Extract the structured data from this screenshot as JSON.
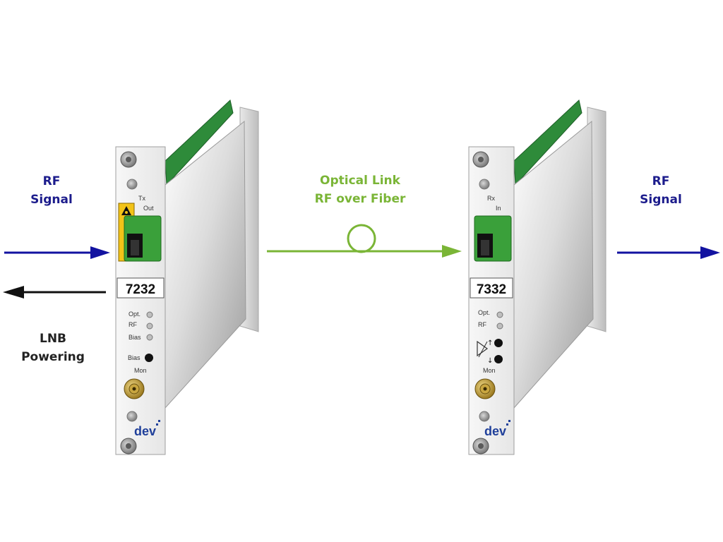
{
  "colors": {
    "rf_arrow": "#1212a0",
    "lnb_arrow": "#111111",
    "optical": "#7ab536",
    "label_blue": "#1c1c8c",
    "label_green": "#7ab536",
    "connector_green": "#3aa03a",
    "pcb_green": "#2e8b3a"
  },
  "labels": {
    "rf_in": [
      "RF",
      "Signal"
    ],
    "lnb": [
      "LNB",
      "Powering"
    ],
    "optical": [
      "Optical Link",
      "RF over Fiber"
    ],
    "rf_out": [
      "RF",
      "Signal"
    ]
  },
  "tx": {
    "model": "7232",
    "port_title": "Tx",
    "port_label": "Out",
    "leds": [
      "Opt.",
      "RF",
      "Bias"
    ],
    "button_label": "Bias",
    "mon_label": "Mon",
    "brand": "dev"
  },
  "rx": {
    "model": "7332",
    "port_title": "Rx",
    "port_label": "In",
    "leds": [
      "Opt.",
      "RF"
    ],
    "mon_label": "Mon",
    "brand": "dev"
  }
}
